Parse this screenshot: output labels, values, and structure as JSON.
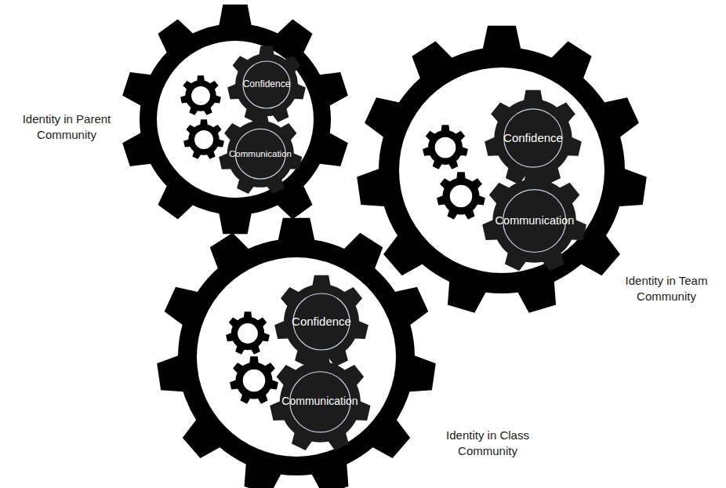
{
  "diagram": {
    "nodes": [
      {
        "text": [
          "Identity in Parent Community"
        ]
      },
      {
        "text": [
          "Confidence"
        ],
        "in": 0
      },
      {
        "text": [
          "Communication"
        ],
        "in": 0
      },
      {
        "text": [
          "Identity in Team Community"
        ]
      },
      {
        "text": [
          "Confidence"
        ],
        "in": 3
      },
      {
        "text": [
          "Communication"
        ],
        "in": 3
      },
      {
        "text": [
          "Identity in Class Community"
        ]
      },
      {
        "text": [
          "Confidence"
        ],
        "in": 6
      },
      {
        "text": [
          "Communication"
        ],
        "in": 6
      }
    ]
  }
}
